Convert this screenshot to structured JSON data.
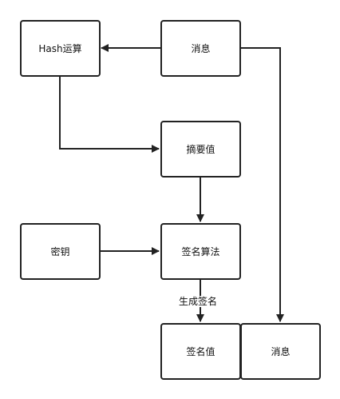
{
  "nodes": {
    "hash": "Hash运算",
    "message_top": "消息",
    "digest": "摘要值",
    "key": "密钥",
    "sign_algo": "签名算法",
    "signature": "签名值",
    "message_bottom": "消息"
  },
  "edges": {
    "sign_to_signature_label": "生成签名"
  },
  "colors": {
    "line": "#222222",
    "background": "#ffffff"
  }
}
